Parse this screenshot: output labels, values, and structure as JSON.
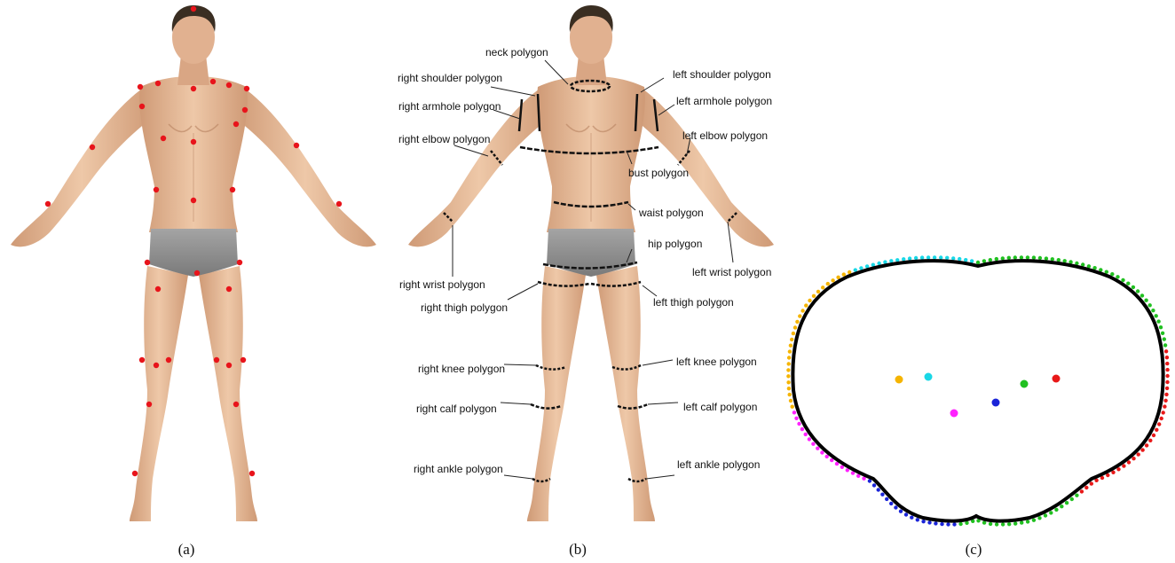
{
  "captions": {
    "a": "(a)",
    "b": "(b)",
    "c": "(c)"
  },
  "polygon_labels": {
    "neck": "neck polygon",
    "right_shoulder": "right shoulder polygon",
    "left_shoulder": "left shoulder polygon",
    "right_armhole": "right armhole polygon",
    "left_armhole": "left armhole polygon",
    "right_elbow": "right elbow polygon",
    "left_elbow": "left elbow polygon",
    "bust": "bust polygon",
    "waist": "waist polygon",
    "hip": "hip polygon",
    "right_wrist": "right wrist polygon",
    "left_wrist": "left wrist polygon",
    "right_thigh": "right thigh polygon",
    "left_thigh": "left thigh polygon",
    "right_knee": "right knee polygon",
    "left_knee": "left knee polygon",
    "right_calf": "right calf polygon",
    "left_calf": "left calf polygon",
    "right_ankle": "right ankle polygon",
    "left_ankle": "left ankle polygon"
  },
  "colors": {
    "landmark": "#e8141b",
    "skin": "#e7bd9c",
    "skin_shade": "#c8916d",
    "hair": "#3a2e22",
    "underwear": "#8d8d8d",
    "polygon_line": "#111111",
    "section_colors": [
      "#f5b400",
      "#19d7e6",
      "#20c020",
      "#e81818",
      "#ff22ff",
      "#1a24d8"
    ]
  }
}
